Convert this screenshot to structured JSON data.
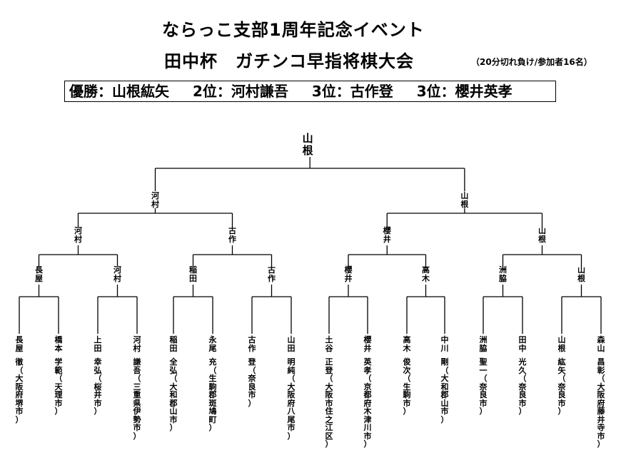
{
  "header": {
    "title_line1": "ならっこ支部1周年記念イベント",
    "title_line2": "田中杯　ガチンコ早指将棋大会",
    "note": "（20分切れ負け/参加者16名）"
  },
  "results": {
    "first": "優勝：山根紘矢",
    "second": "2位：河村謙吾",
    "third_a": "3位：古作登",
    "third_b": "3位：櫻井英孝"
  },
  "bracket": {
    "champion": "山根",
    "final": [
      "河村",
      "山根"
    ],
    "semifinal": [
      "河村",
      "古作",
      "櫻井",
      "山根"
    ],
    "quarterfinal": [
      "長屋",
      "河村",
      "稲田",
      "古作",
      "櫻井",
      "高木",
      "洲脇",
      "山根"
    ],
    "players": [
      {
        "name": "長屋",
        "detail": "徹（大阪府堺市）"
      },
      {
        "name": "橋本",
        "detail": "学範（天理市）"
      },
      {
        "name": "上田",
        "detail": "幸弘（桜井市）"
      },
      {
        "name": "河村",
        "detail": "謙吾（三重県伊勢市）"
      },
      {
        "name": "稲田",
        "detail": "全弘（大和郡山市）"
      },
      {
        "name": "永尾",
        "detail": "充（生駒郡斑鳩町）"
      },
      {
        "name": "古作",
        "detail": "登（奈良市）"
      },
      {
        "name": "山田",
        "detail": "明純（大阪府八尾市）"
      },
      {
        "name": "土谷",
        "detail": "正登（大阪市住之江区）"
      },
      {
        "name": "櫻井",
        "detail": "英孝（京都府木津川市）"
      },
      {
        "name": "高木",
        "detail": "俊次（生駒市）"
      },
      {
        "name": "中川",
        "detail": "剛（大和郡山市）"
      },
      {
        "name": "洲脇",
        "detail": "聖一（奈良市）"
      },
      {
        "name": "田中",
        "detail": "光久（奈良市）"
      },
      {
        "name": "山根",
        "detail": "紘矢（奈良市）"
      },
      {
        "name": "森山",
        "detail": "昌彰（大阪府藤井寺市）"
      }
    ]
  }
}
